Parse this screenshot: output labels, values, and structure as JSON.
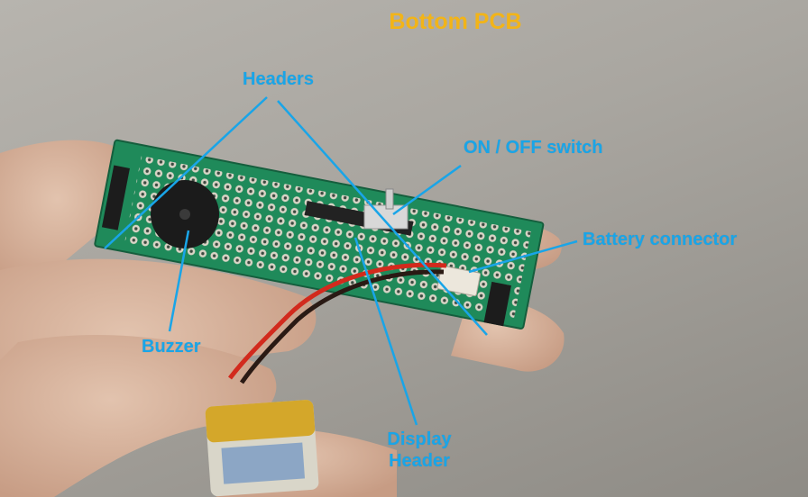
{
  "title": "Bottom PCB",
  "labels": {
    "headers": "Headers",
    "on_off_switch": "ON / OFF switch",
    "battery_connector": "Battery connector",
    "buzzer": "Buzzer",
    "display_header_line1": "Display",
    "display_header_line2": "Header"
  },
  "colors": {
    "title": "#f2b418",
    "label": "#19a5e8",
    "pcb": "#1f8a5a",
    "skin": "#d9b8a3"
  }
}
